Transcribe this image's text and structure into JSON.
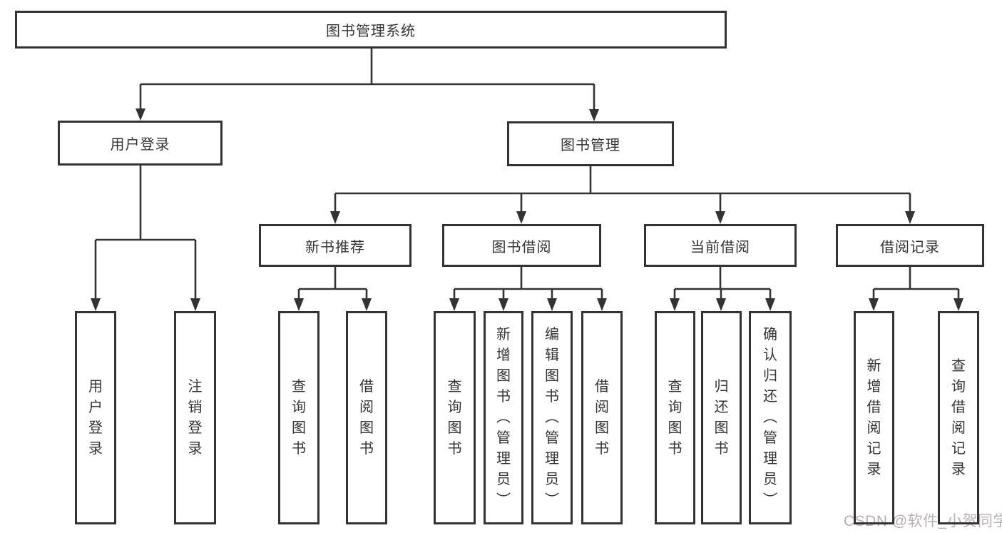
{
  "diagram": {
    "root": {
      "label": "图书管理系统"
    },
    "level2": [
      {
        "label": "用户登录"
      },
      {
        "label": "图书管理"
      }
    ],
    "user_login_leaves": [
      "用户登录",
      "注销登录"
    ],
    "level3_groups": [
      {
        "title": "新书推荐",
        "leaves": [
          "查询图书",
          "借阅图书"
        ]
      },
      {
        "title": "图书借阅",
        "leaves": [
          "查询图书",
          "新增图书（管理员）",
          "编辑图书（管理员）",
          "借阅图书"
        ]
      },
      {
        "title": "当前借阅",
        "leaves": [
          "查询图书",
          "归还图书",
          "确认归还（管理员）"
        ]
      },
      {
        "title": "借阅记录",
        "leaves": [
          "新增借阅记录",
          "查询借阅记录"
        ]
      }
    ]
  },
  "watermark": "CSDN @软件_小贺同学",
  "colors": {
    "line": "#333333",
    "text": "#333333",
    "box_background": "#ffffff",
    "watermark": "#b9b1b1"
  }
}
